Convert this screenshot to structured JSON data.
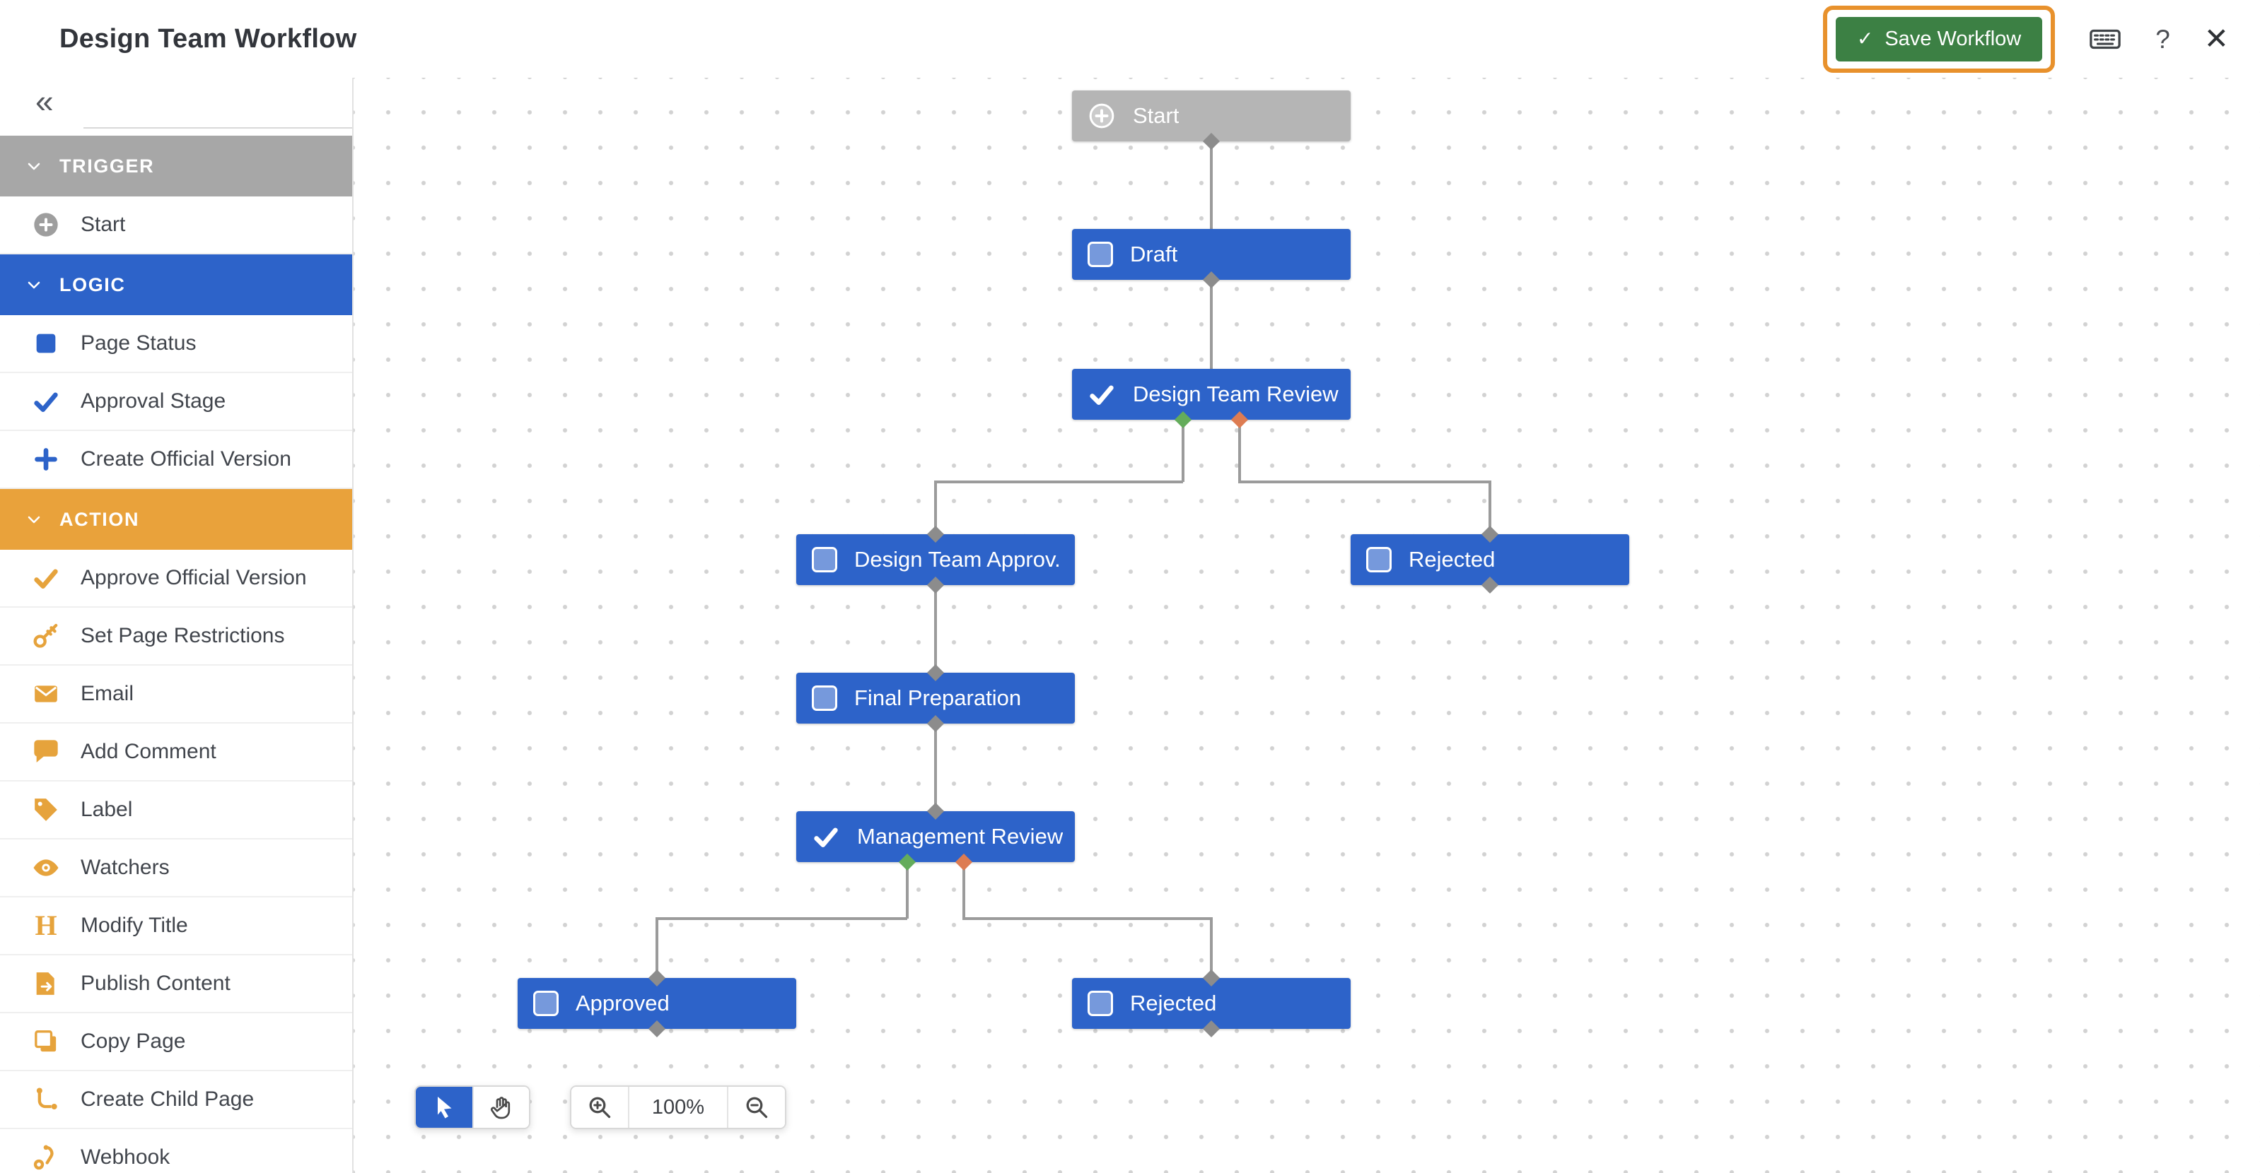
{
  "header": {
    "title": "Design Team Workflow",
    "save_button_label": "Save Workflow",
    "save_check_glyph": "✓",
    "help_glyph": "?",
    "close_glyph": "✕"
  },
  "sidebar": {
    "collapse_glyph": "«",
    "sections": [
      {
        "label": "TRIGGER",
        "items": [
          {
            "label": "Start",
            "icon": "plus-circle-icon"
          }
        ]
      },
      {
        "label": "LOGIC",
        "items": [
          {
            "label": "Page Status",
            "icon": "status-square-icon"
          },
          {
            "label": "Approval Stage",
            "icon": "check-icon"
          },
          {
            "label": "Create Official Version",
            "icon": "plus-icon"
          }
        ]
      },
      {
        "label": "ACTION",
        "items": [
          {
            "label": "Approve Official Version",
            "icon": "check-icon"
          },
          {
            "label": "Set Page Restrictions",
            "icon": "key-icon"
          },
          {
            "label": "Email",
            "icon": "envelope-icon"
          },
          {
            "label": "Add Comment",
            "icon": "comment-icon"
          },
          {
            "label": "Label",
            "icon": "tag-icon"
          },
          {
            "label": "Watchers",
            "icon": "eye-icon"
          },
          {
            "label": "Modify Title",
            "icon": "letter-h-icon",
            "glyph": "H"
          },
          {
            "label": "Publish Content",
            "icon": "publish-icon"
          },
          {
            "label": "Copy Page",
            "icon": "copy-icon"
          },
          {
            "label": "Create Child Page",
            "icon": "child-page-icon"
          },
          {
            "label": "Webhook",
            "icon": "webhook-icon"
          }
        ]
      }
    ]
  },
  "canvas": {
    "nodes": [
      {
        "label": "Start",
        "type": "trigger"
      },
      {
        "label": "Draft",
        "type": "status"
      },
      {
        "label": "Design Team Review",
        "type": "approval"
      },
      {
        "label": "Design Team Approv.",
        "type": "status"
      },
      {
        "label": "Rejected",
        "type": "status"
      },
      {
        "label": "Final Preparation",
        "type": "status"
      },
      {
        "label": "Management Review",
        "type": "approval"
      },
      {
        "label": "Approved",
        "type": "status"
      },
      {
        "label": "Rejected",
        "type": "status"
      }
    ],
    "toolbar": {
      "zoom_level": "100%"
    }
  },
  "colors": {
    "logic_blue": "#2D63C9",
    "action_amber": "#E9A23B",
    "trigger_gray": "#A7A7A7",
    "node_gray": "#B5B5B5",
    "save_green": "#3C8044",
    "annotation_orange": "#E8912C",
    "edge_gray": "#9B9B9B",
    "port_green": "#64AC5B",
    "port_red": "#DD7C52"
  }
}
